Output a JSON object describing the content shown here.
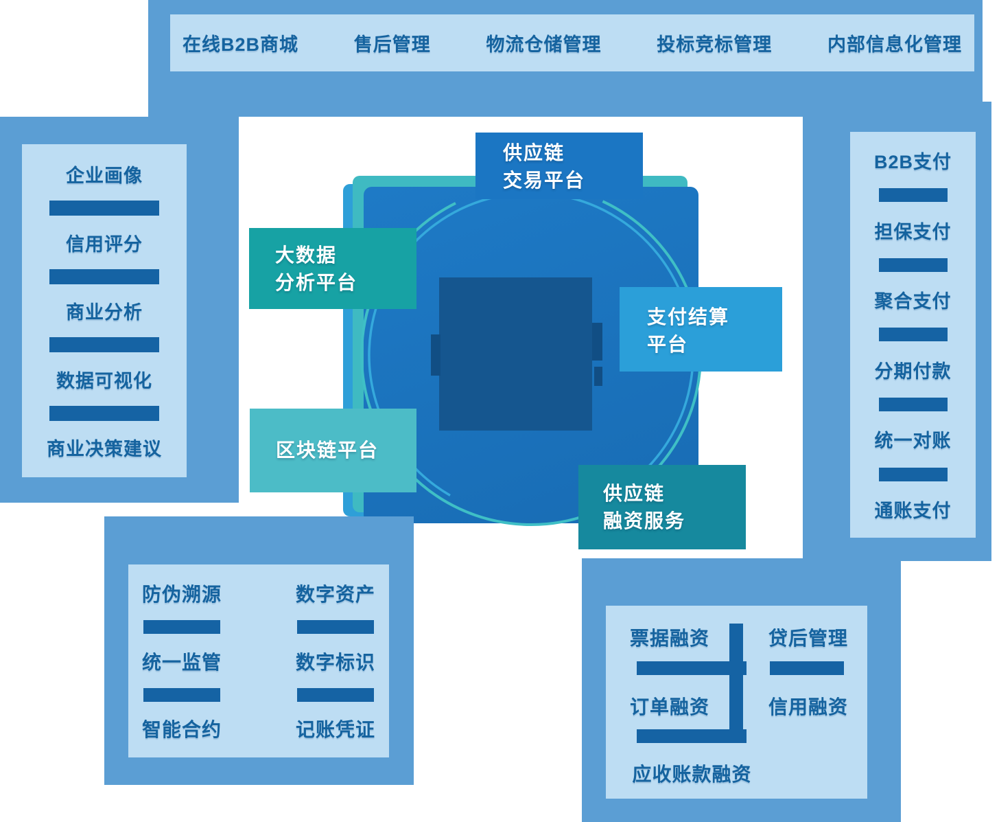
{
  "top_bar": {
    "items": [
      "在线B2B商城",
      "售后管理",
      "物流仓储管理",
      "投标竞标管理",
      "内部信息化管理"
    ]
  },
  "left_panel": {
    "items": [
      "企业画像",
      "信用评分",
      "商业分析",
      "数据可视化",
      "商业决策建议"
    ]
  },
  "right_panel": {
    "items": [
      "B2B支付",
      "担保支付",
      "聚合支付",
      "分期付款",
      "统一对账",
      "通账支付"
    ]
  },
  "platforms": {
    "trade": [
      "供应链",
      "交易平台"
    ],
    "bigdata": [
      "大数据",
      "分析平台"
    ],
    "payment": [
      "支付结算",
      "平台"
    ],
    "blockchain": [
      "区块链平台"
    ],
    "financing": [
      "供应链",
      "融资服务"
    ]
  },
  "bottom_left": {
    "col1": [
      "防伪溯源",
      "统一监管",
      "智能合约"
    ],
    "col2": [
      "数字资产",
      "数字标识",
      "记账凭证"
    ]
  },
  "bottom_right": {
    "col1": [
      "票据融资",
      "订单融资"
    ],
    "col2": [
      "贷后管理",
      "信用融资"
    ],
    "footer": "应收账款融资"
  },
  "colors": {
    "panel-blue": "#5B9ED4",
    "light-box": "#BDDDF3",
    "dark-text": "#15639F",
    "bar": "#1563A4",
    "core-blue-1": "#1E7AC6",
    "core-blue-2": "#186CB4",
    "navy-square": "#15568F",
    "fragment": "#114E84",
    "teal-square": "#3FBAC2",
    "lightblue-square": "#2E9FD8",
    "ring-outer": "#3FBFC6",
    "ring-inner": "#35A9DC",
    "box-trade": "#1B76C3",
    "box-bigdata": "#17A2A4",
    "box-payment": "#2B9FD9",
    "box-blockchain": "#4CBCC7",
    "box-financing": "#16899E",
    "text-white": "#FFFFFF"
  }
}
